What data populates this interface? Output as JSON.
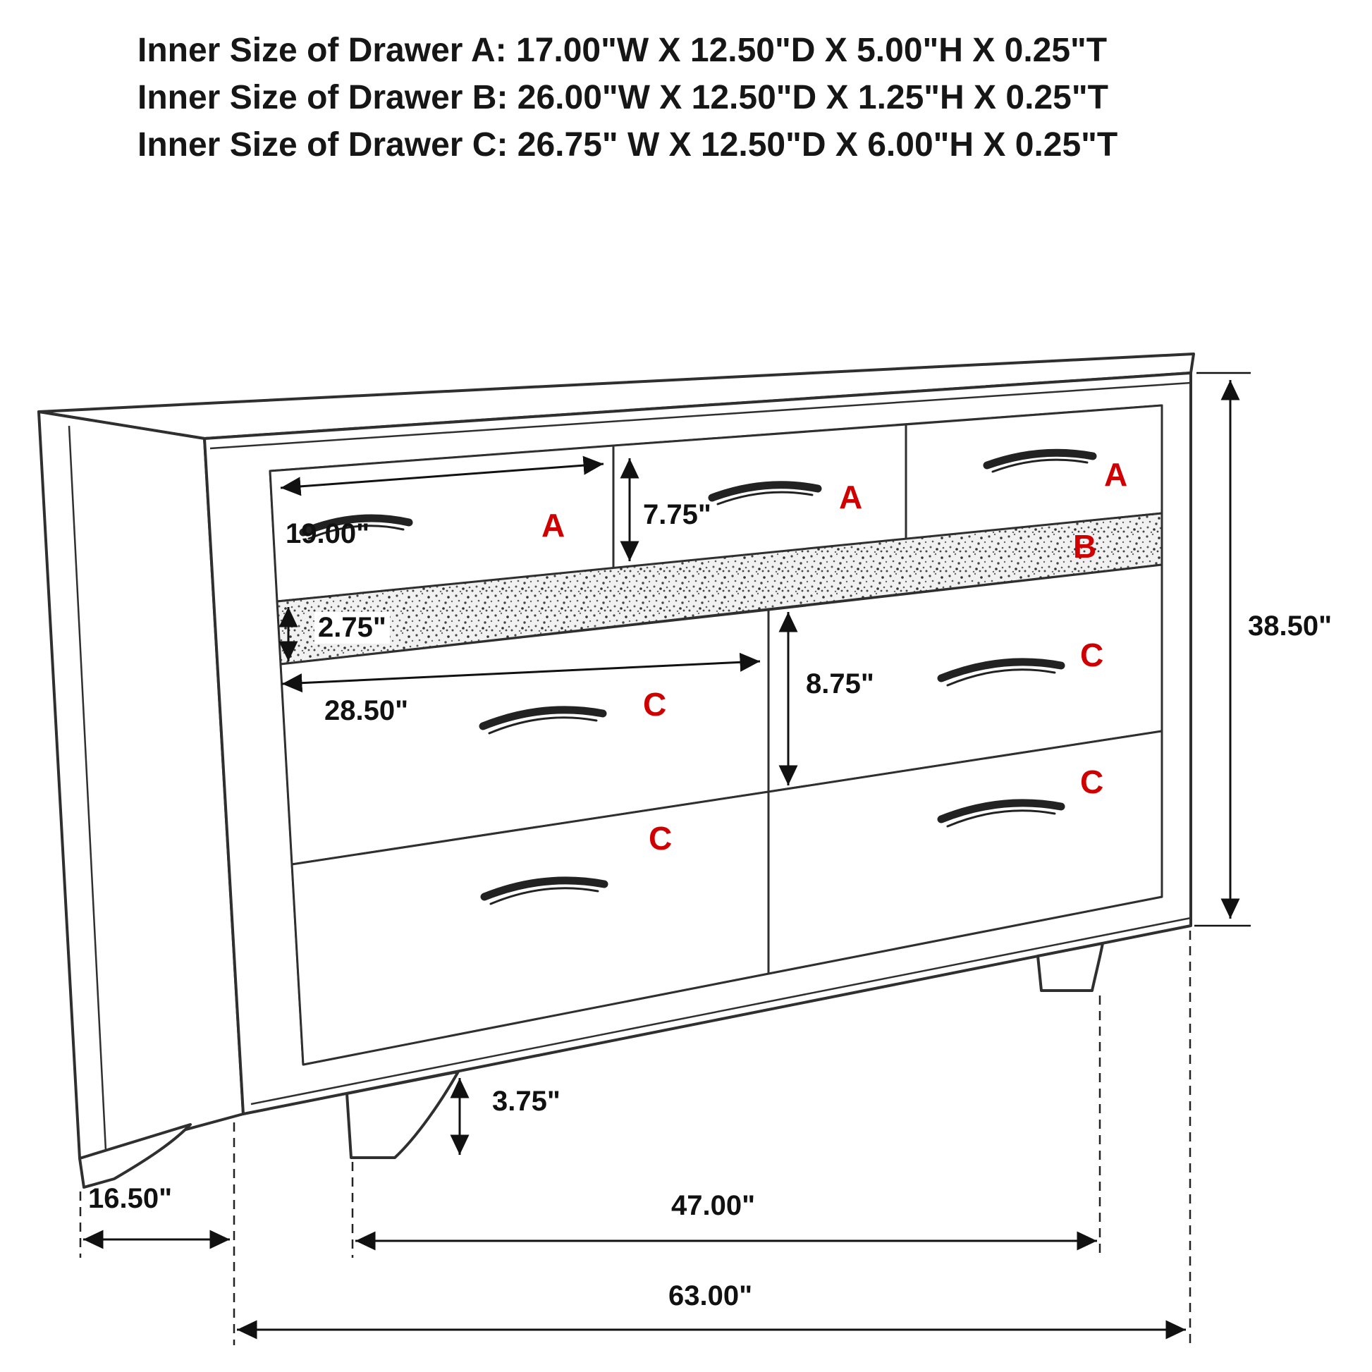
{
  "header": {
    "lines": [
      "Inner Size of Drawer A: 17.00\"W X 12.50\"D X 5.00\"H X 0.25\"T",
      "Inner Size of Drawer B: 26.00\"W X 12.50\"D X 1.25\"H X 0.25\"T",
      "Inner Size of Drawer C: 26.75\" W X 12.50\"D X 6.00\"H X 0.25\"T"
    ]
  },
  "drawer_labels": {
    "a1": "A",
    "a2": "A",
    "a3": "A",
    "b": "B",
    "c_left_top": "C",
    "c_right_top": "C",
    "c_left_bottom": "C",
    "c_right_bottom": "C"
  },
  "dimensions": {
    "drawer_a_width": "19.00\"",
    "drawer_a_height": "7.75\"",
    "band_height": "2.75\"",
    "drawer_c_width": "28.50\"",
    "drawer_c_height": "8.75\"",
    "overall_height": "38.50\"",
    "foot_height": "3.75\"",
    "depth": "16.50\"",
    "feet_span": "47.00\"",
    "overall_width": "63.00\""
  },
  "colors": {
    "label_red": "#d10000",
    "line_color": "#2f2f2f",
    "text_color": "#111111"
  }
}
